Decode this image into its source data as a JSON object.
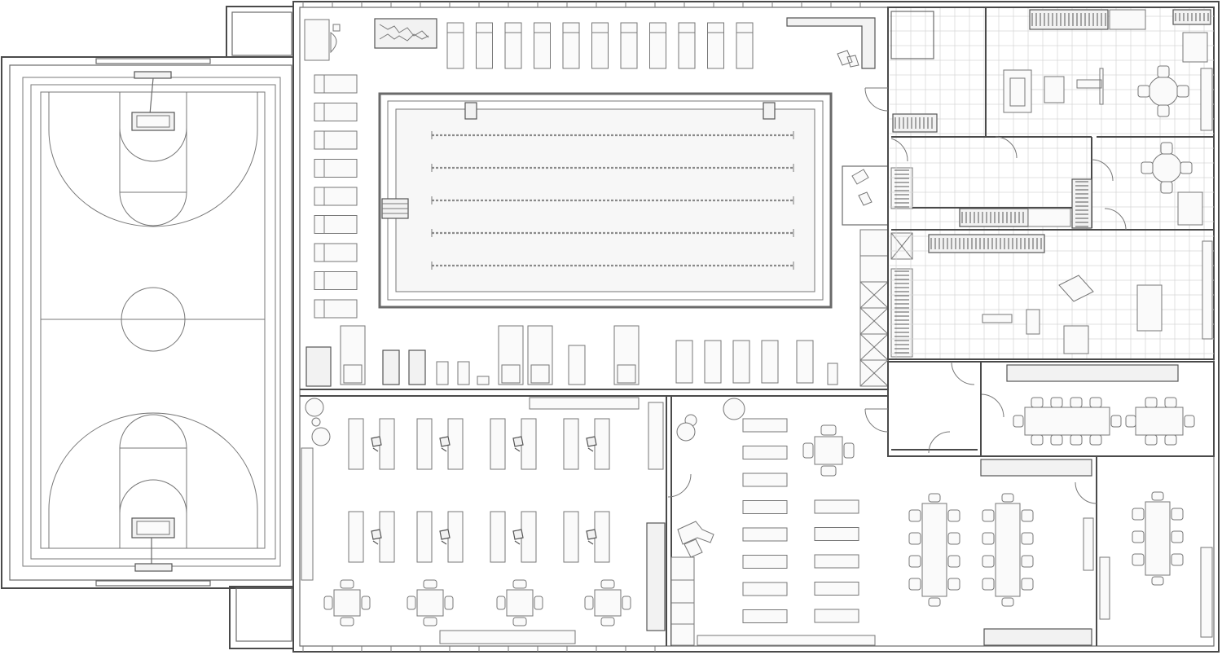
{
  "drawing": {
    "type": "floor-plan",
    "rooms": [
      "basketball-court",
      "swimming-pool-hall",
      "locker-rooms",
      "fitness-studio",
      "weight-room",
      "cafe-dining",
      "meeting-rooms"
    ],
    "pool": {
      "lanes": 5
    },
    "colors": {
      "wall": "#4a4a4a",
      "line": "#7a7a7a",
      "tile": "#d6d6d6",
      "background": "#ffffff"
    }
  }
}
